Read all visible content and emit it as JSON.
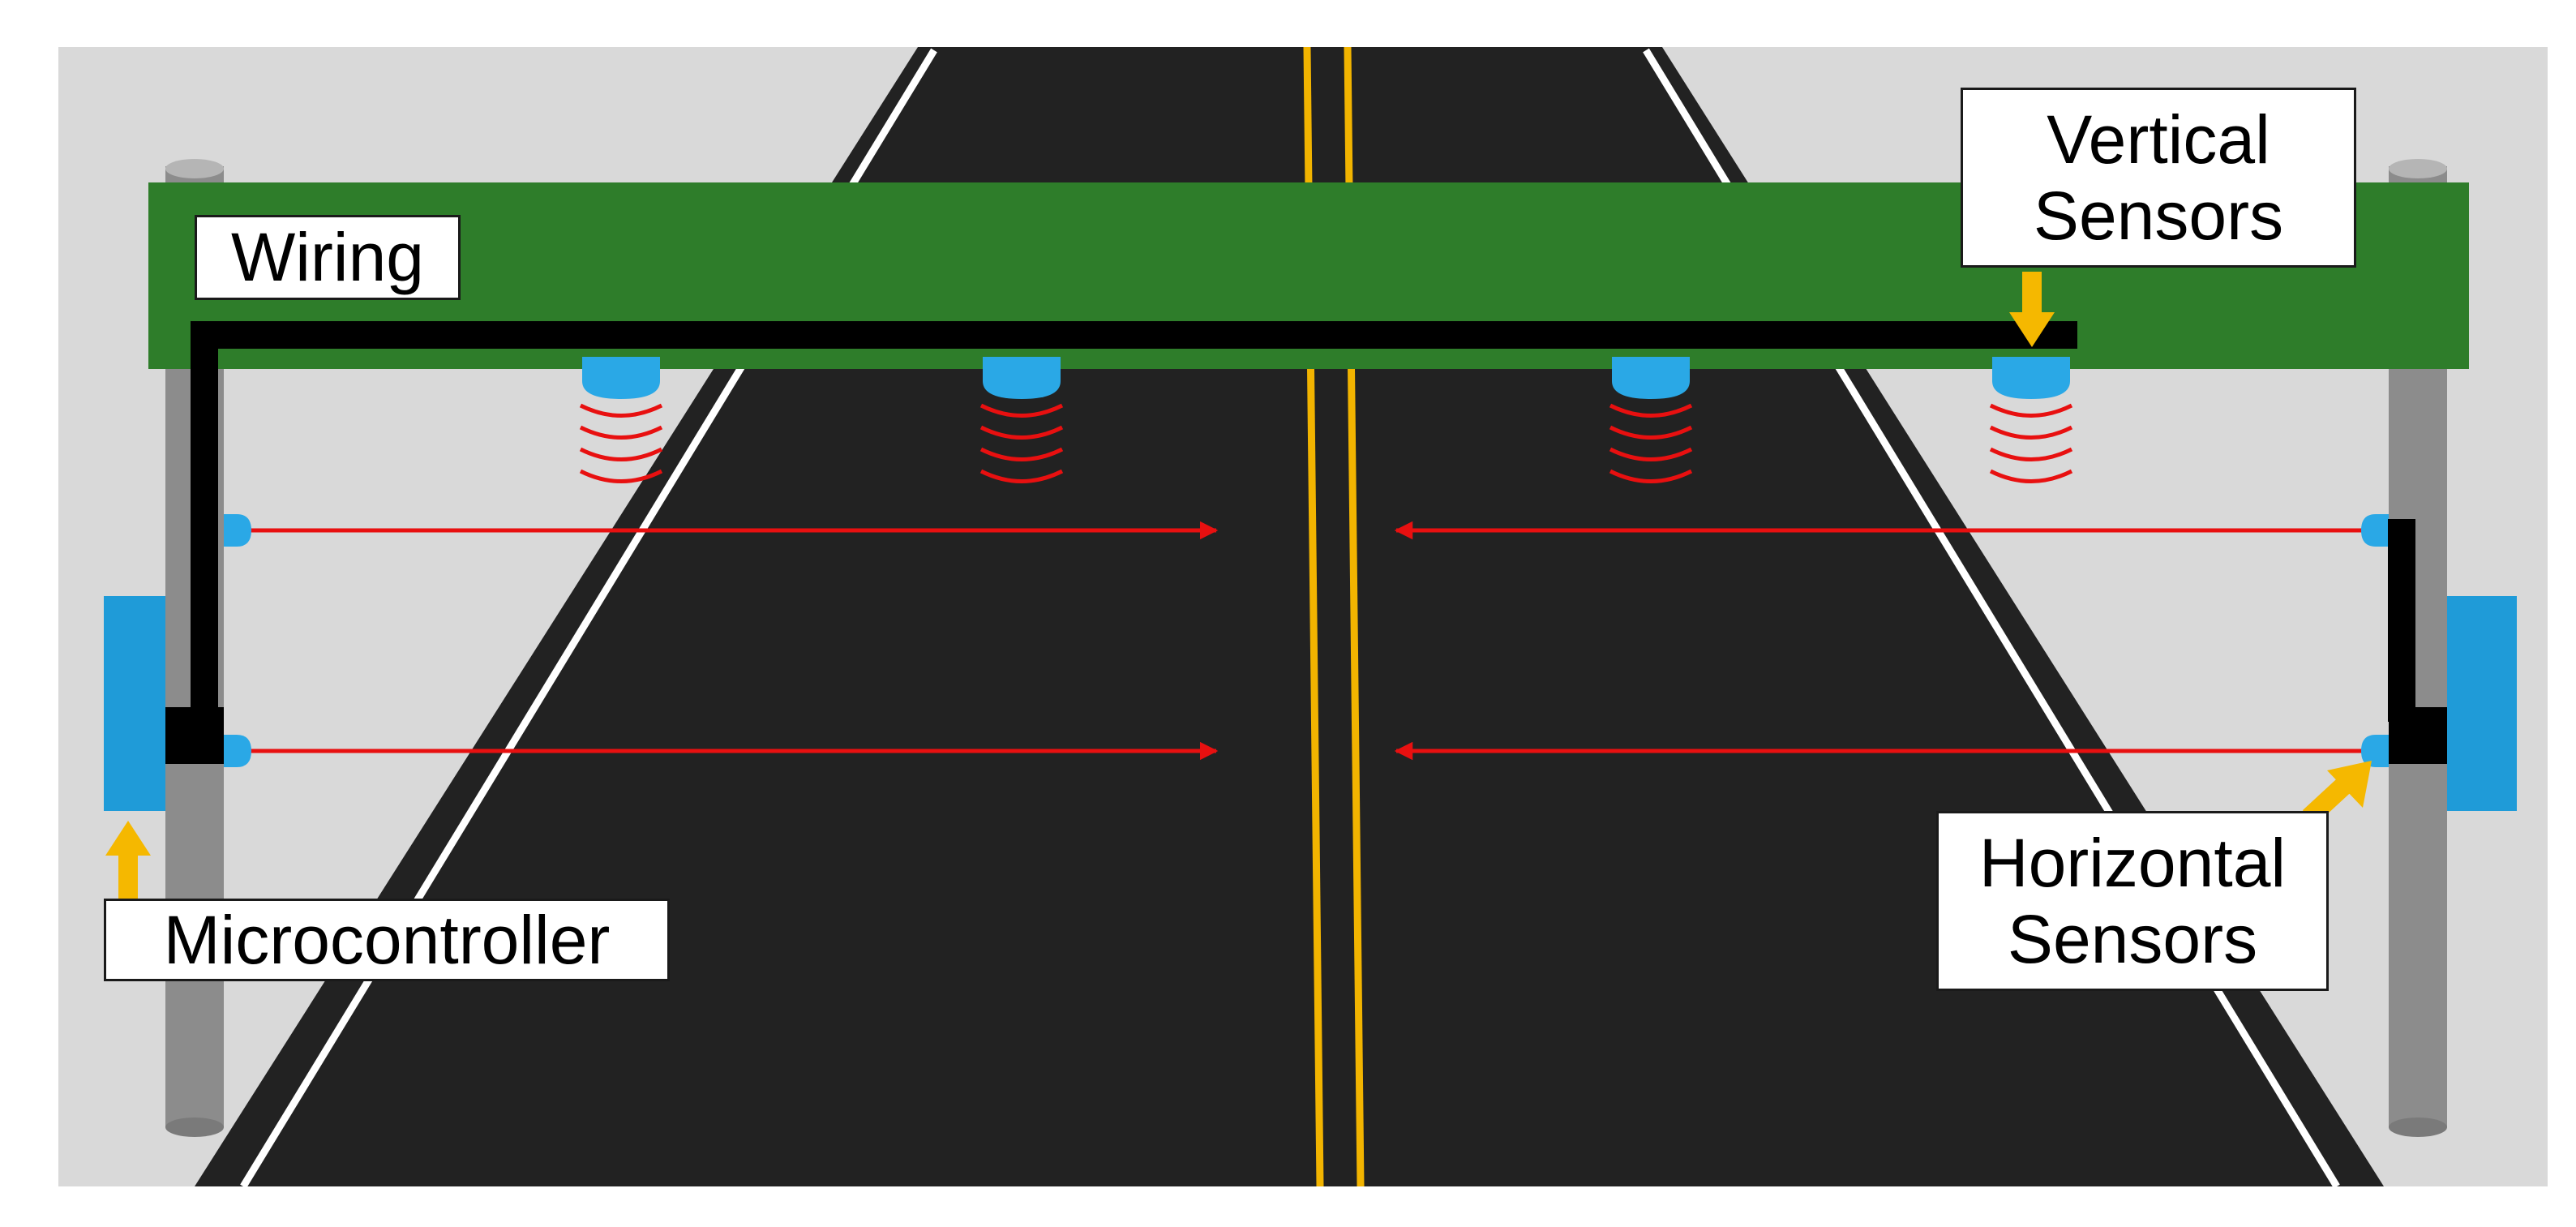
{
  "labels": {
    "wiring": "Wiring",
    "vertical_sensors": [
      "Vertical",
      "Sensors"
    ],
    "horizontal_sensors": [
      "Horizontal",
      "Sensors"
    ],
    "microcontroller": "Microcontroller"
  },
  "colors": {
    "background": "#d9d9d9",
    "road": "#222222",
    "gantry": "#2e7d2a",
    "sensor": "#2aa8e6",
    "microcontroller": "#1f9bd8",
    "pole": "#8c8c8c",
    "wiring": "#000000",
    "beam": "#e81010",
    "center_line": "#f2b400",
    "edge_line": "#ffffff",
    "pointer_arrow": "#f5b800"
  },
  "icons": {
    "pointer": "arrow-icon",
    "signal_waves": "signal-waves-icon",
    "beam_arrow": "arrow-icon"
  }
}
